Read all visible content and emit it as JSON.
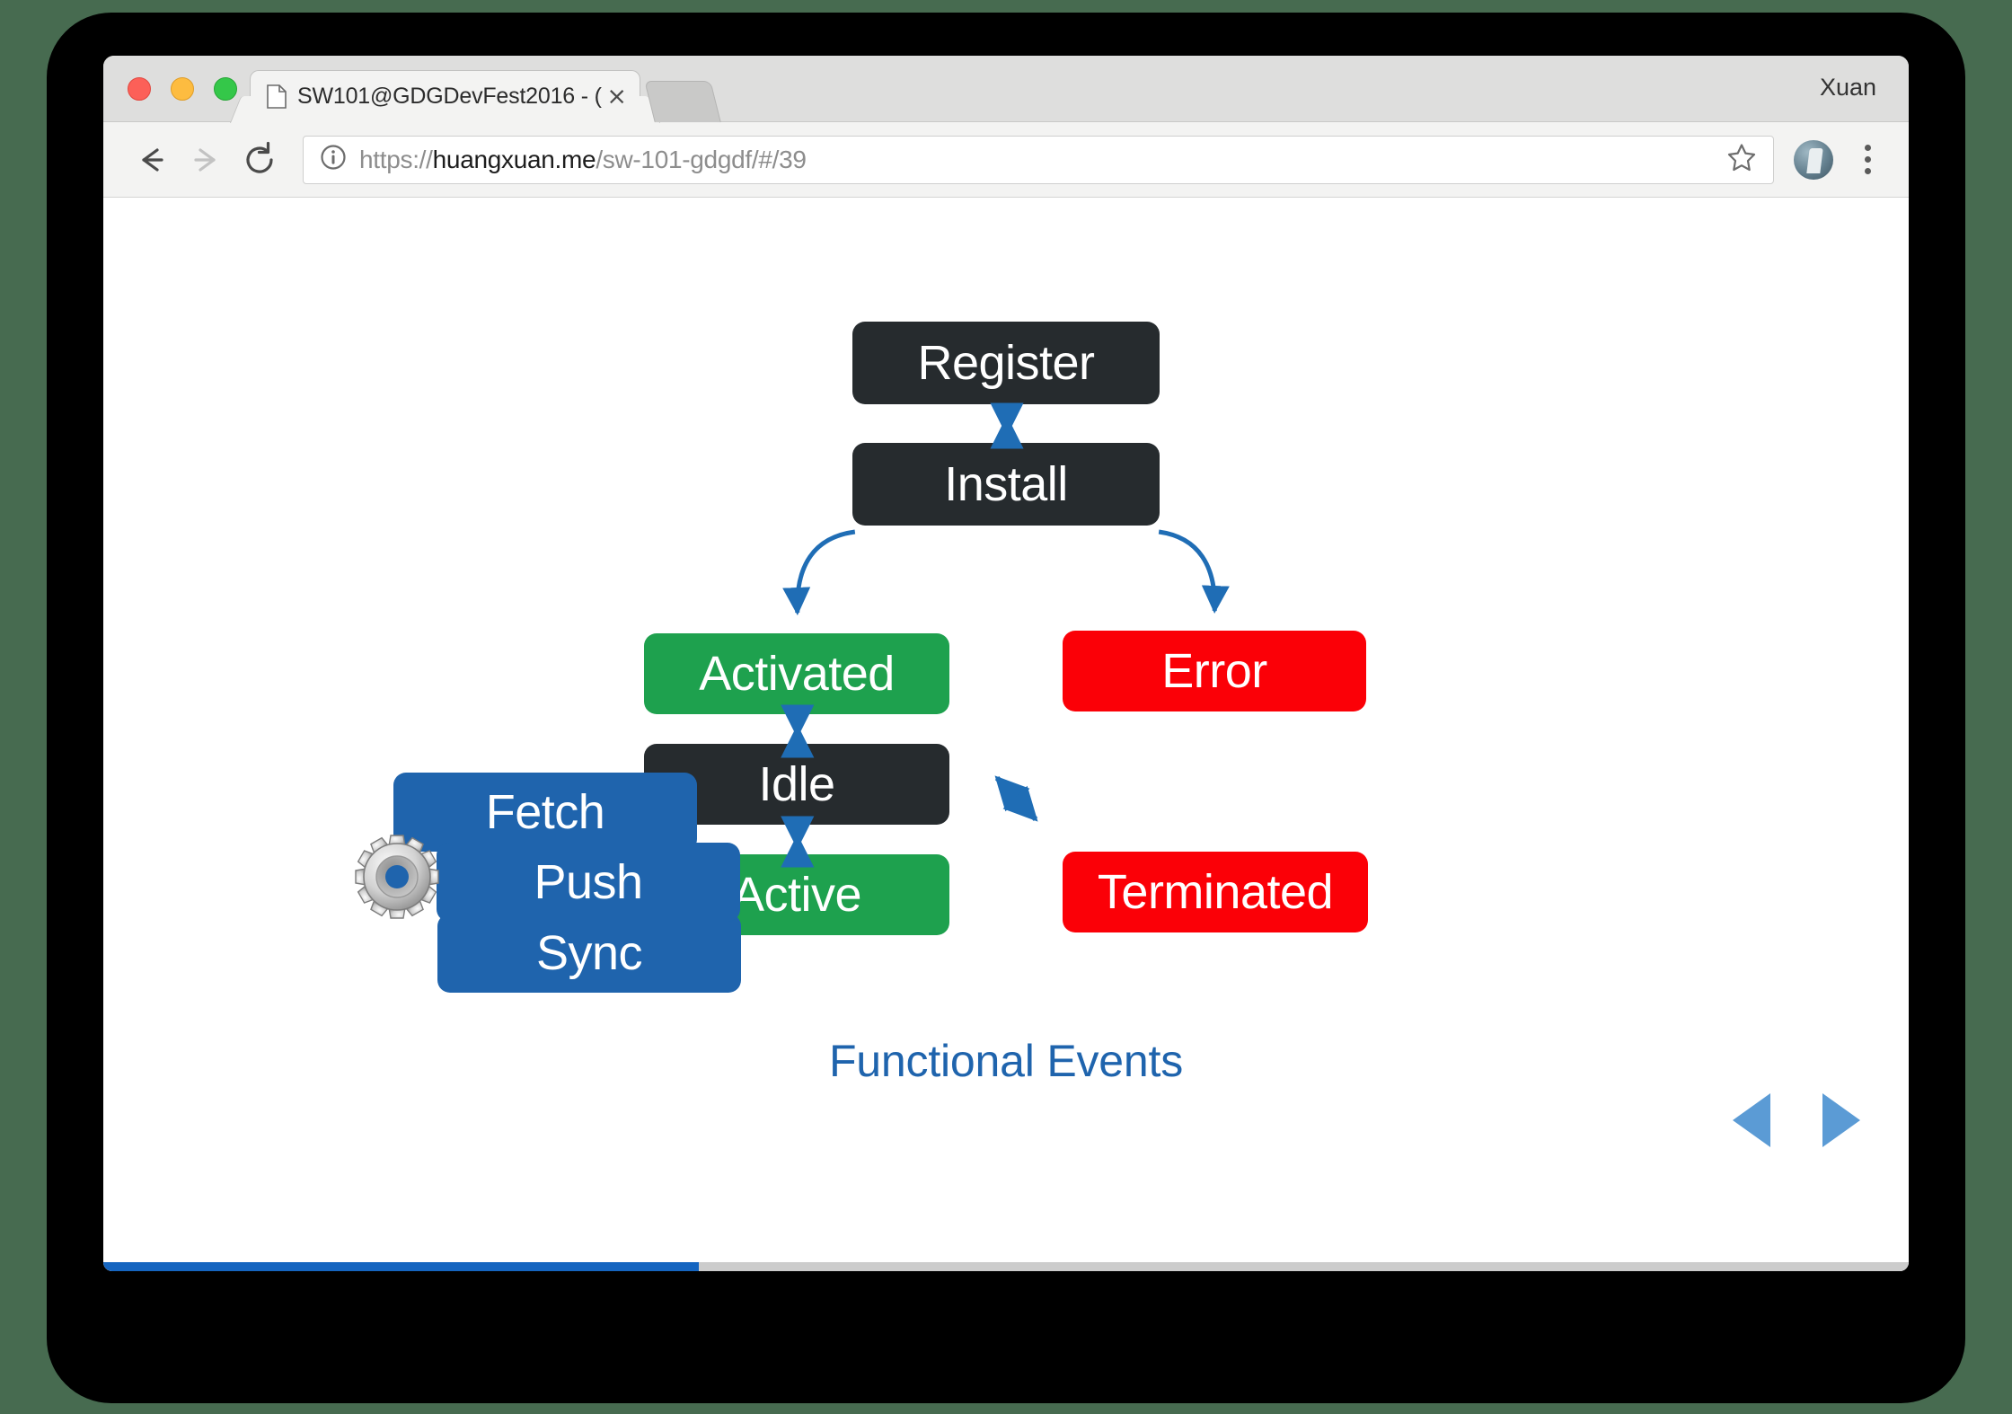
{
  "window": {
    "profile_name": "Xuan",
    "traffic_lights": [
      "close",
      "minimize",
      "zoom"
    ]
  },
  "tab": {
    "title": "SW101@GDGDevFest2016 - (",
    "close_label": "×"
  },
  "toolbar": {
    "back_icon": "back-arrow-icon",
    "forward_icon": "forward-arrow-icon",
    "reload_icon": "reload-icon",
    "info_icon": "info-circle-icon",
    "star_icon": "star-icon",
    "avatar_icon": "avatar-icon",
    "menu_icon": "three-dot-menu-icon",
    "url": {
      "scheme": "https://",
      "host": "huangxuan.me",
      "path": "/sw-101-gdgdf/#/39",
      "full": "https://huangxuan.me/sw-101-gdgdf/#/39"
    }
  },
  "slide": {
    "caption": "Functional Events",
    "caption_color": "#1f64ad",
    "nodes": {
      "register": "Register",
      "install": "Install",
      "activated": "Activated",
      "error": "Error",
      "idle": "Idle",
      "active": "Active",
      "terminated": "Terminated",
      "fetch": "Fetch",
      "push": "Push",
      "sync": "Sync"
    },
    "colors": {
      "dark": "#262b2e",
      "green": "#1ea14e",
      "red": "#fb0007",
      "blue": "#1f64ad",
      "arrow": "#1f6db5",
      "nav": "#5b9bd5",
      "progress": "#1565c0"
    },
    "icons": {
      "gear": "gear-icon",
      "prev": "previous-slide-triangle-icon",
      "next": "next-slide-triangle-icon"
    },
    "progress_percent": 33
  }
}
